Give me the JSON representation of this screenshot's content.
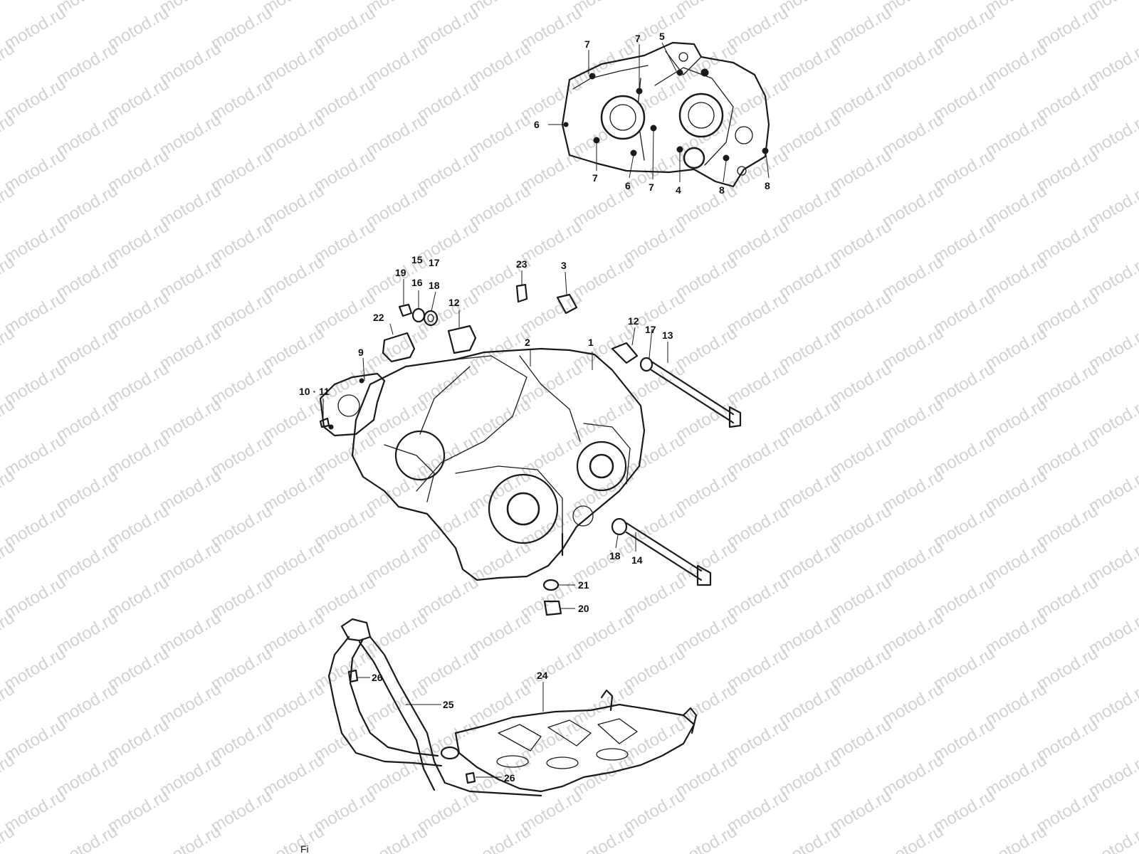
{
  "watermark": {
    "text": "motod.ru"
  },
  "figure_caption": "Fi",
  "callouts": [
    {
      "id": "c-7a",
      "label": "7"
    },
    {
      "id": "c-7b",
      "label": "7"
    },
    {
      "id": "c-5",
      "label": "5"
    },
    {
      "id": "c-6a",
      "label": "6"
    },
    {
      "id": "c-7c",
      "label": "7"
    },
    {
      "id": "c-6b",
      "label": "6"
    },
    {
      "id": "c-7d",
      "label": "7"
    },
    {
      "id": "c-4",
      "label": "4"
    },
    {
      "id": "c-8a",
      "label": "8"
    },
    {
      "id": "c-8b",
      "label": "8"
    },
    {
      "id": "c-15",
      "label": "15"
    },
    {
      "id": "c-17a",
      "label": "17"
    },
    {
      "id": "c-19",
      "label": "19"
    },
    {
      "id": "c-16",
      "label": "16"
    },
    {
      "id": "c-18a",
      "label": "18"
    },
    {
      "id": "c-23",
      "label": "23"
    },
    {
      "id": "c-3",
      "label": "3"
    },
    {
      "id": "c-22",
      "label": "22"
    },
    {
      "id": "c-12a",
      "label": "12"
    },
    {
      "id": "c-12b",
      "label": "12"
    },
    {
      "id": "c-17b",
      "label": "17"
    },
    {
      "id": "c-13",
      "label": "13"
    },
    {
      "id": "c-2",
      "label": "2"
    },
    {
      "id": "c-1",
      "label": "1"
    },
    {
      "id": "c-9",
      "label": "9"
    },
    {
      "id": "c-10-11",
      "label": "10 · 11"
    },
    {
      "id": "c-18b",
      "label": "18"
    },
    {
      "id": "c-14",
      "label": "14"
    },
    {
      "id": "c-21",
      "label": "21"
    },
    {
      "id": "c-20",
      "label": "20"
    },
    {
      "id": "c-24",
      "label": "24"
    },
    {
      "id": "c-26a",
      "label": "26"
    },
    {
      "id": "c-25",
      "label": "25"
    },
    {
      "id": "c-26b",
      "label": "26"
    }
  ]
}
